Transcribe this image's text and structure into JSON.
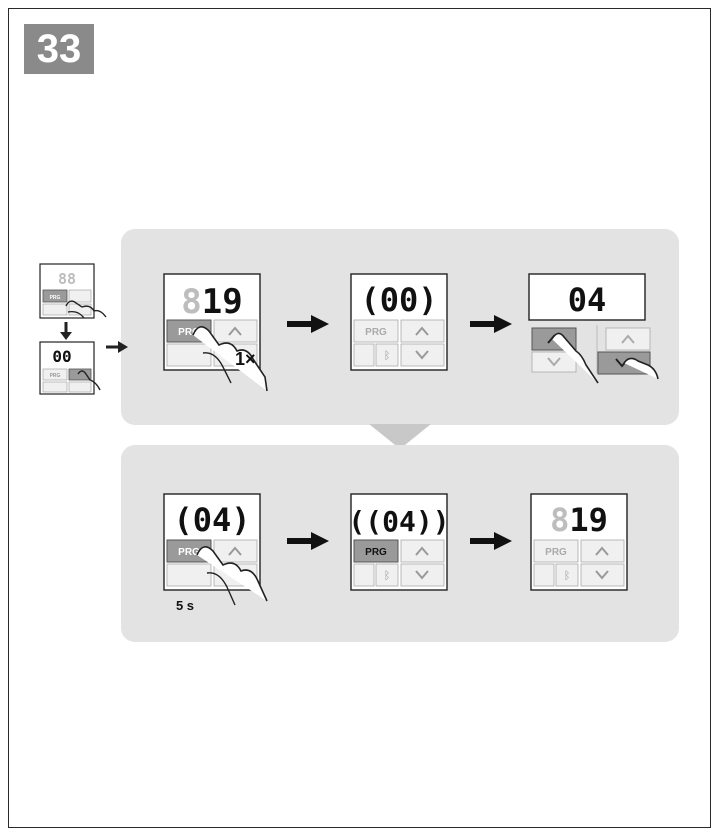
{
  "step_number": "33",
  "side_sequence": {
    "display_top": "88",
    "display_bottom": "00",
    "button_label": "PRG"
  },
  "top_row": {
    "device1": {
      "display": "19",
      "button_label": "PRG",
      "press_label": "1×"
    },
    "device2": {
      "display": "00",
      "button_label": "PRG"
    },
    "device3": {
      "display": "04"
    }
  },
  "bottom_row": {
    "device1": {
      "display": "04",
      "button_label": "PRG",
      "press_label": "5 s"
    },
    "device2": {
      "display": "04",
      "button_label": "PRG"
    },
    "device3": {
      "display": "19",
      "button_label": "PRG"
    }
  },
  "colors": {
    "panel": "#e3e3e3",
    "badge": "#8a8a8a",
    "button_active": "#9a9a9a",
    "button_idle": "#f0f0f0",
    "digit_dim": "#bdbdbd",
    "digit_on": "#111111"
  }
}
